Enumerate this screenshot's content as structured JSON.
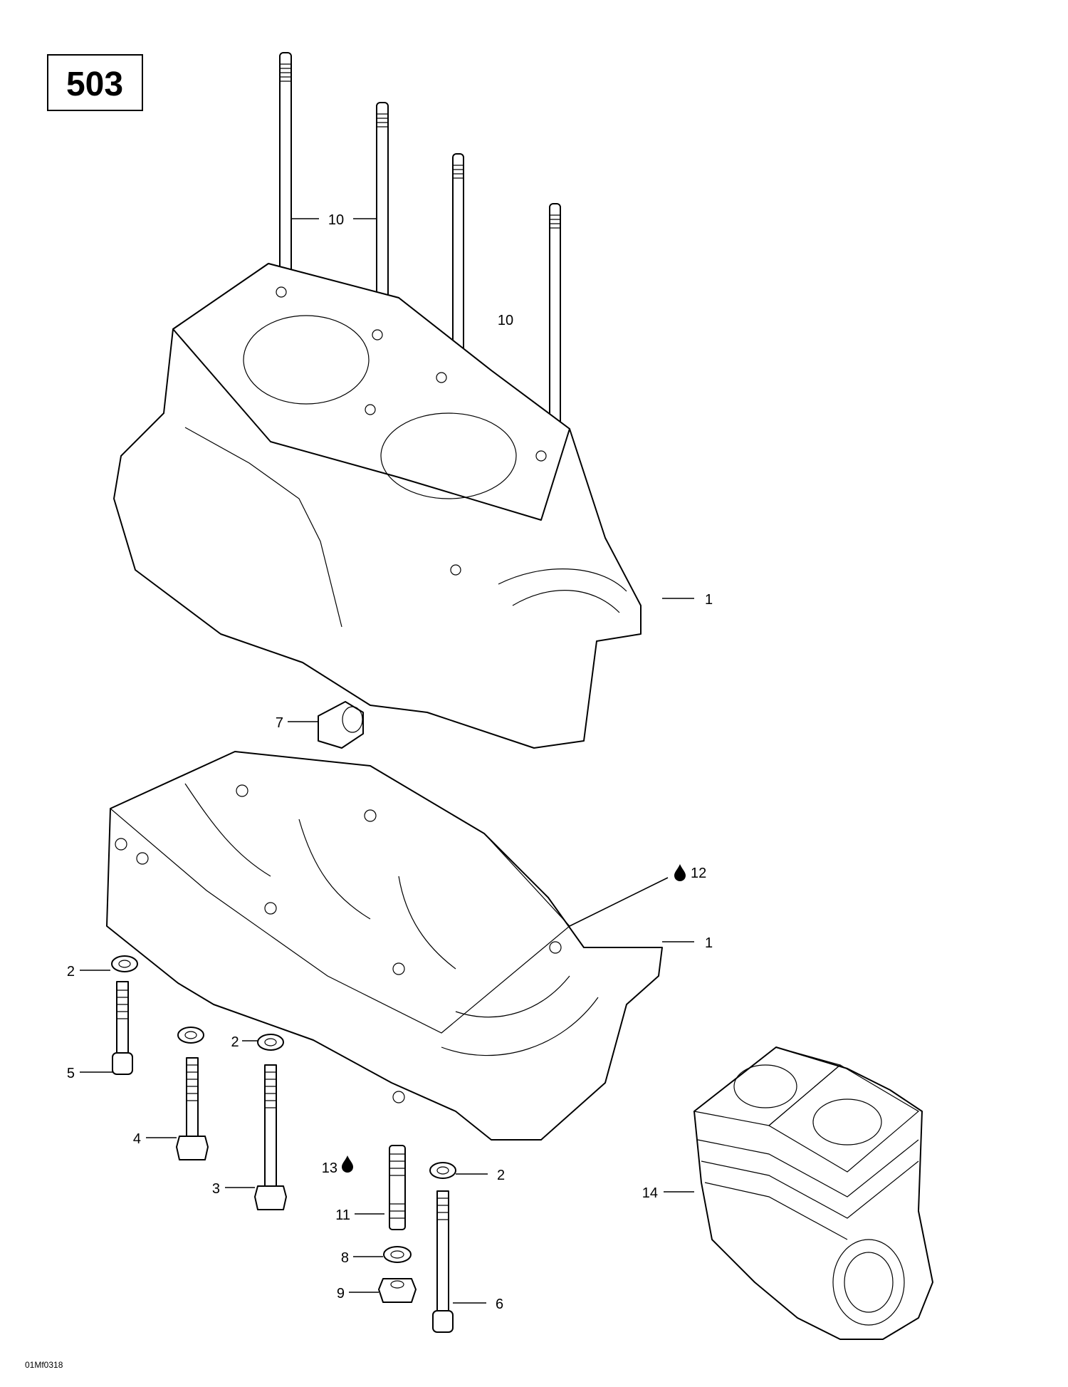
{
  "page_number": "503",
  "drawing_code": "01Mf0318",
  "callouts": [
    {
      "id": "c10a",
      "label": "10"
    },
    {
      "id": "c10b",
      "label": "10"
    },
    {
      "id": "c1a",
      "label": "1"
    },
    {
      "id": "c7",
      "label": "7"
    },
    {
      "id": "c12",
      "label": "12"
    },
    {
      "id": "c1b",
      "label": "1"
    },
    {
      "id": "c2a",
      "label": "2"
    },
    {
      "id": "c2b",
      "label": "2"
    },
    {
      "id": "c5",
      "label": "5"
    },
    {
      "id": "c4",
      "label": "4"
    },
    {
      "id": "c3",
      "label": "3"
    },
    {
      "id": "c13",
      "label": "13"
    },
    {
      "id": "c2c",
      "label": "2"
    },
    {
      "id": "c11",
      "label": "11"
    },
    {
      "id": "c8",
      "label": "8"
    },
    {
      "id": "c9",
      "label": "9"
    },
    {
      "id": "c6",
      "label": "6"
    },
    {
      "id": "c14",
      "label": "14"
    }
  ]
}
